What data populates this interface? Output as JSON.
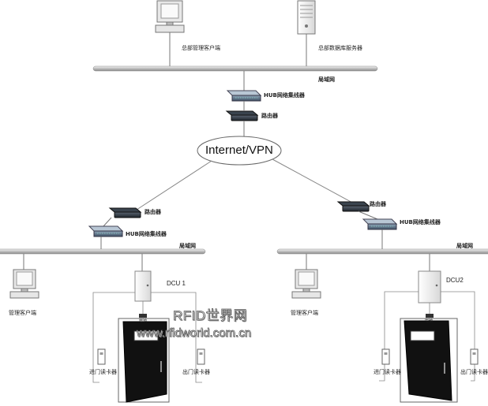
{
  "hq": {
    "client_label": "总部管理客户端",
    "db_server_label": "总部数据库服务器",
    "lan_label": "局域网",
    "hub_label": "HUB网络集线器",
    "router_label": "路由器"
  },
  "cloud": {
    "label": "Internet/VPN"
  },
  "branch_left": {
    "router_label": "路由器",
    "hub_label": "HUB网络集线器",
    "lan_label": "局域网",
    "client_label": "管理客户端",
    "dcu_label": "DCU 1",
    "door_tag": "电锁",
    "reader_in_label": "进门读卡器",
    "reader_out_label": "出门读卡器"
  },
  "branch_right": {
    "router_label": "路由器",
    "hub_label": "HUB网络集线器",
    "lan_label": "局域网",
    "client_label": "管理客户端",
    "dcu_label": "DCU2",
    "door_tag": "电锁",
    "reader_in_label": "进门读卡器",
    "reader_out_label": "出门读卡器"
  },
  "watermark": {
    "line1": "RFID世界网",
    "line2": "www.rfidworld.com.cn"
  }
}
